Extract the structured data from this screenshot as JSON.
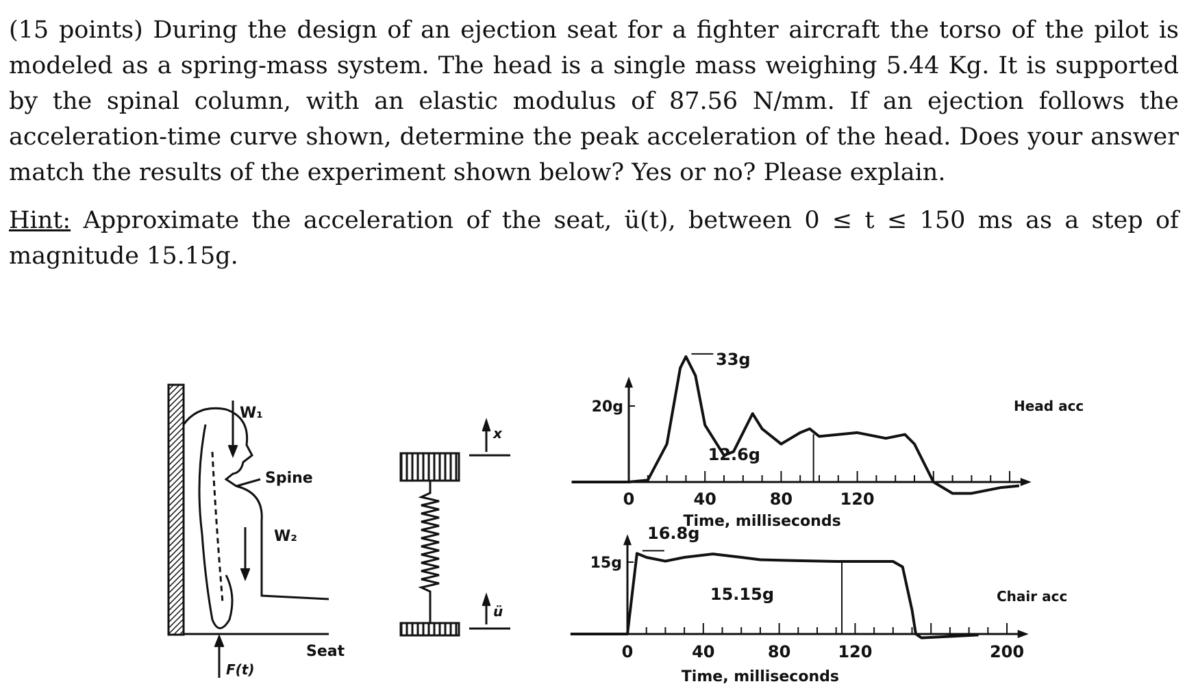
{
  "problem": {
    "text": "(15 points) During the design of an ejection seat for a fighter aircraft the torso of the pilot is modeled as a spring-mass system.  The head is a single mass weighing 5.44 Kg.  It is supported by the spinal column, with an elastic modulus of 87.56 N/mm.  If an ejection follows the acceleration-time curve shown, determine the peak acceleration of the head. Does your answer match the results of the experiment shown below? Yes or no? Please explain.",
    "hint_label": "Hint:",
    "hint_text": " Approximate the acceleration of the seat, ü(t), between 0 ≤ t ≤ 150 ms as a step of magnitude 15.15g."
  },
  "figure": {
    "pilot": {
      "w1": "W₁",
      "spine": "Spine",
      "w2": "W₂",
      "seat": "Seat",
      "force": "F(t)"
    },
    "model": {
      "x": "x",
      "u": "ü"
    }
  },
  "chart_data": [
    {
      "type": "line",
      "name": "Head acc",
      "xlabel": "Time, milliseconds",
      "xticks": [
        "0",
        "40",
        "80",
        "120"
      ],
      "yticks": [
        "20g"
      ],
      "xlim": [
        -30,
        210
      ],
      "annotations": [
        "33g",
        "12.6g"
      ],
      "x": [
        -30,
        0,
        10,
        20,
        27,
        30,
        35,
        40,
        50,
        55,
        65,
        70,
        80,
        90,
        95,
        100,
        110,
        120,
        135,
        145,
        150,
        160,
        170,
        180,
        195,
        205
      ],
      "y": [
        0,
        0,
        0.5,
        10,
        30,
        33,
        28,
        15,
        7,
        8,
        18,
        14,
        10,
        13,
        14,
        12,
        12.5,
        13,
        11.5,
        12.5,
        10,
        0,
        -3,
        -3,
        -1.5,
        -1
      ]
    },
    {
      "type": "line",
      "name": "Chair acc",
      "xlabel": "Time, milliseconds",
      "xticks": [
        "0",
        "40",
        "80",
        "120",
        "200"
      ],
      "yticks": [
        "15g"
      ],
      "xlim": [
        -30,
        210
      ],
      "annotations": [
        "16.8g",
        "15.15g"
      ],
      "x": [
        -30,
        0,
        5,
        10,
        20,
        30,
        45,
        60,
        70,
        90,
        110,
        140,
        145,
        150,
        152,
        155,
        170,
        185
      ],
      "y": [
        0,
        0,
        16.8,
        16,
        15.2,
        16,
        16.7,
        16,
        15.5,
        15.3,
        15.15,
        15.15,
        14,
        5,
        0,
        -0.8,
        -0.5,
        -0.2
      ]
    }
  ]
}
